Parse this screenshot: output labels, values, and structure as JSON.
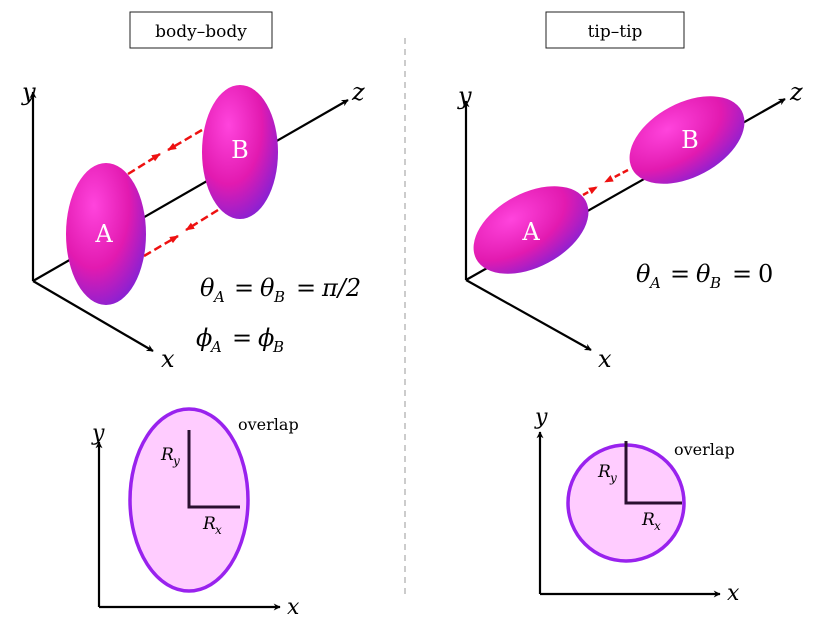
{
  "colors": {
    "ellipsoid_light": "#ff33cc",
    "ellipsoid_mid": "#d91aa8",
    "ellipsoid_dark": "#6a1fd0",
    "arrow_red": "#ee1111",
    "overlap_fill": "#ffccff",
    "overlap_stroke": "#9922ee",
    "axis": "#000000",
    "divider": "#aaaaaa"
  },
  "left": {
    "title": "body–body",
    "axes": {
      "x": "x",
      "y": "y",
      "z": "z"
    },
    "ellipsoid_a": "A",
    "ellipsoid_b": "B",
    "eq_theta": {
      "a": "A",
      "b": "B",
      "value": "π/2"
    },
    "eq_phi": {
      "a": "A",
      "b": "B"
    },
    "overlap": {
      "label": "overlap",
      "rx_sub": "x",
      "ry_sub": "y",
      "axis_x": "x",
      "axis_y": "y"
    }
  },
  "right": {
    "title": "tip–tip",
    "axes": {
      "x": "x",
      "y": "y",
      "z": "z"
    },
    "ellipsoid_a": "A",
    "ellipsoid_b": "B",
    "eq_theta": {
      "a": "A",
      "b": "B",
      "value": "0"
    },
    "overlap": {
      "label": "overlap",
      "rx_sub": "x",
      "ry_sub": "y",
      "axis_x": "x",
      "axis_y": "y"
    }
  }
}
